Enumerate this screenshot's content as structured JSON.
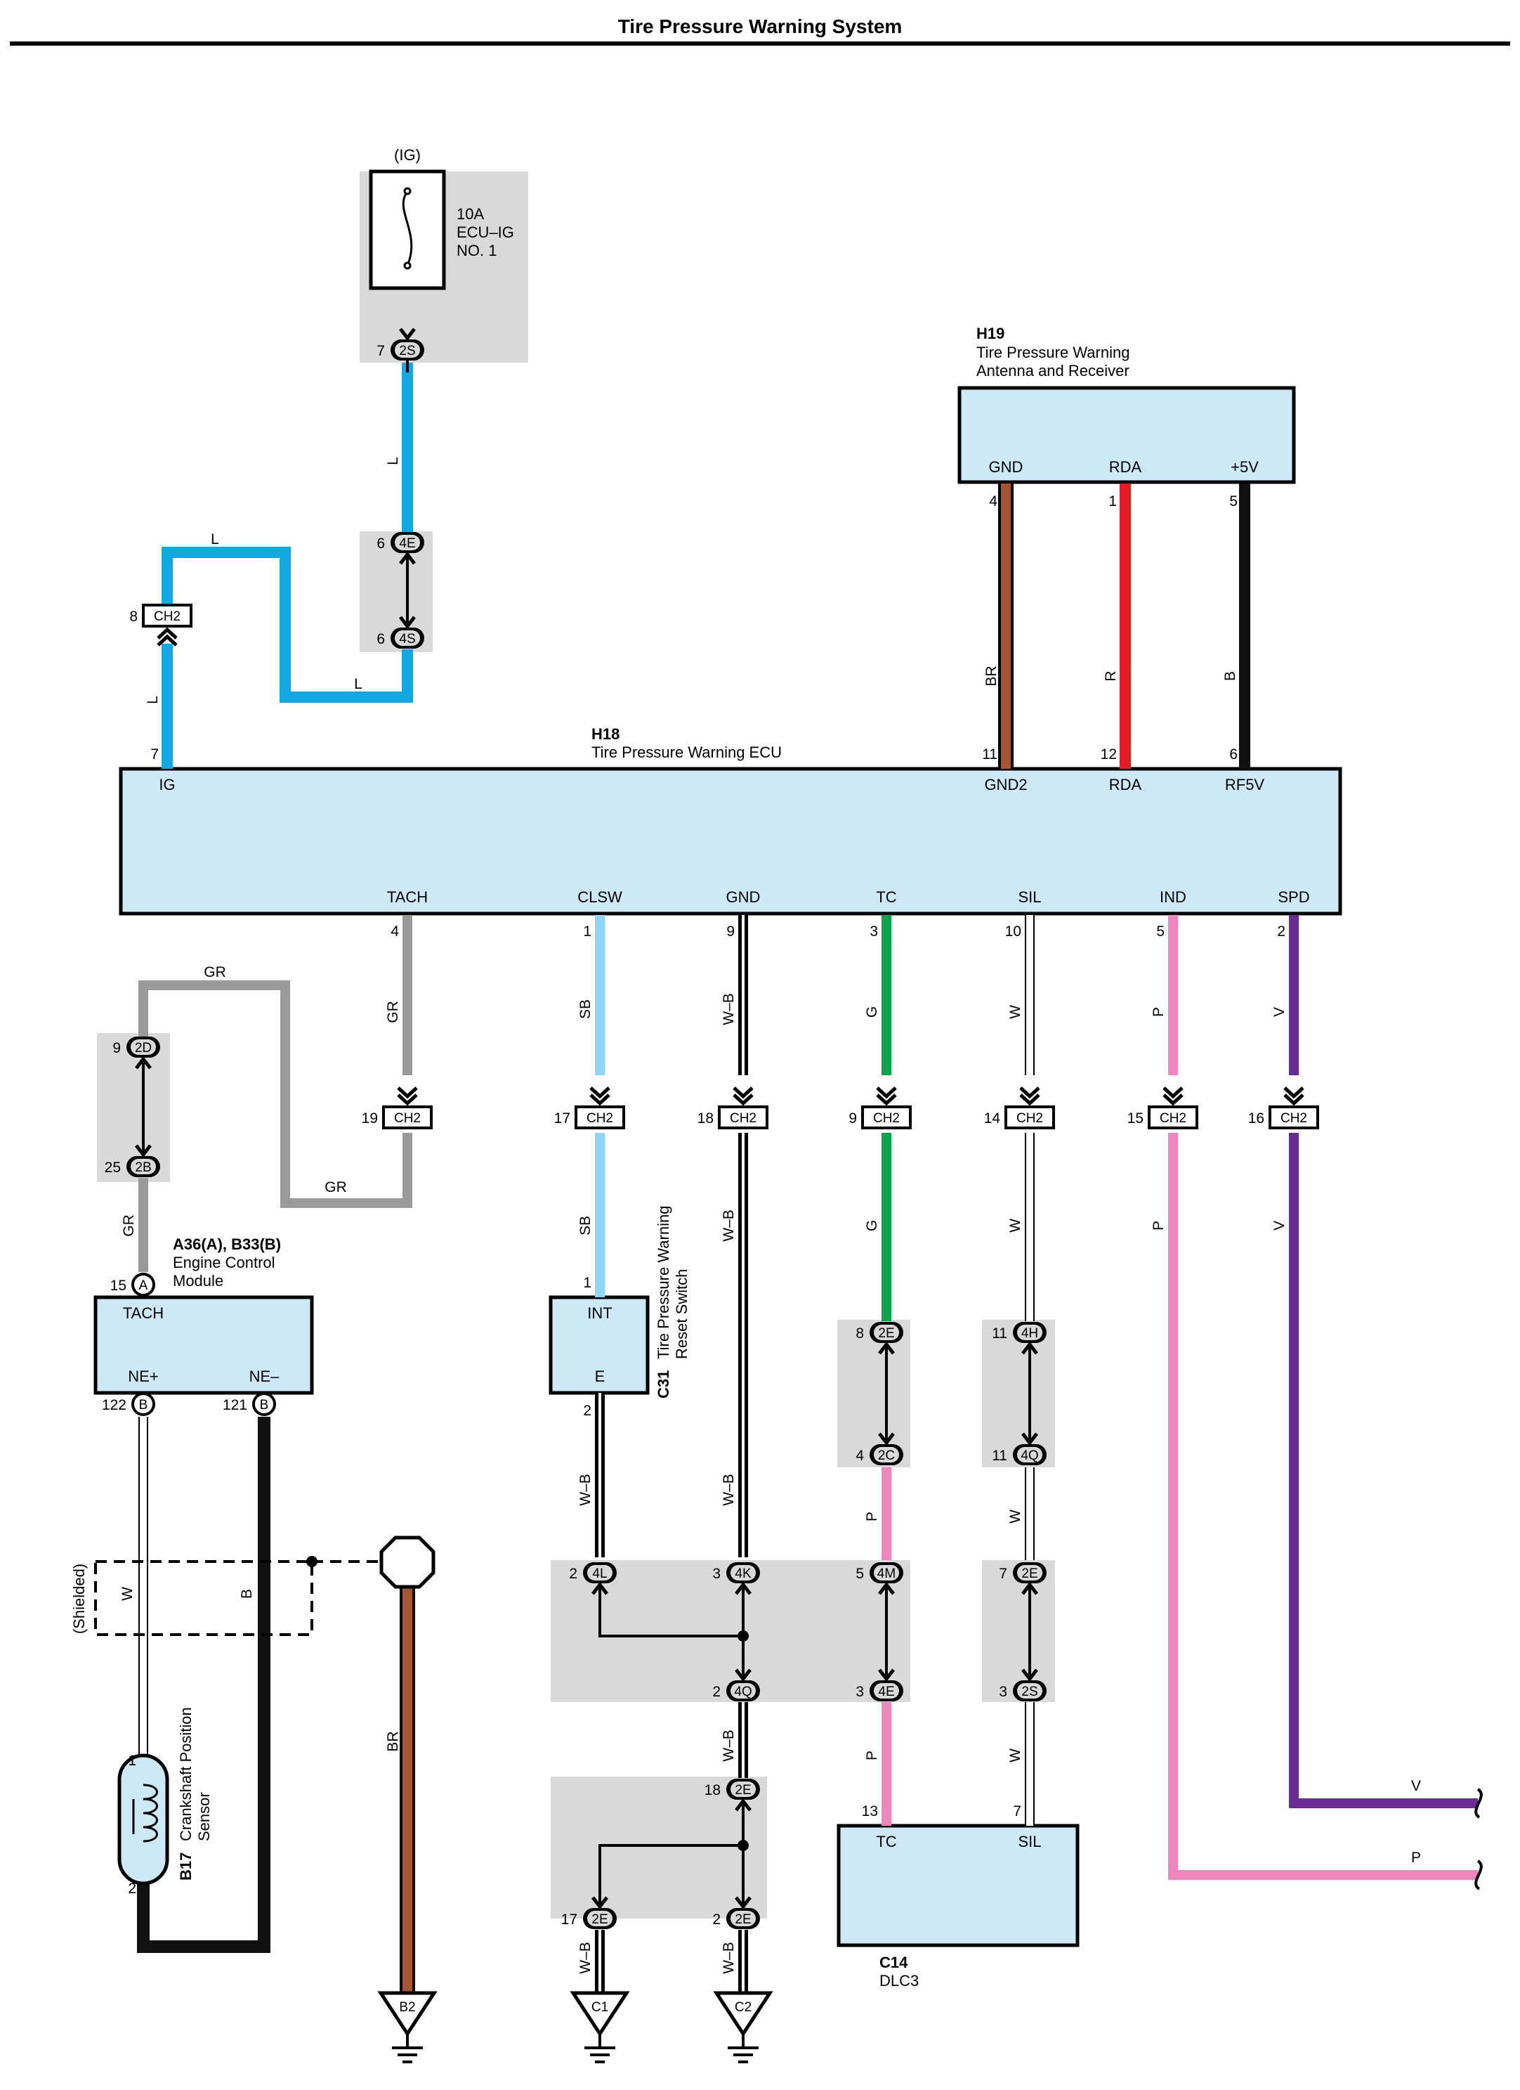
{
  "title": "Tire Pressure Warning System",
  "colors": {
    "L": "#11a8e2",
    "GR": "#9a9a9a",
    "SB": "#8fd6f6",
    "W-B": "#000000",
    "G": "#10a24a",
    "W": "#ffffff",
    "P": "#ee86bb",
    "V": "#6b2c91",
    "BR": "#a65530",
    "R": "#e31b23",
    "B": "#111111",
    "box": "#cde9f7",
    "shade": "#d9d9d9"
  },
  "fuse": {
    "source": "(IG)",
    "rating": "10A",
    "name1": "ECU–IG",
    "name2": "NO. 1"
  },
  "components": {
    "h18": {
      "code": "H18",
      "name": "Tire Pressure Warning ECU",
      "pins": [
        {
          "no": "7",
          "name": "IG"
        },
        {
          "no": "11",
          "name": "GND2"
        },
        {
          "no": "12",
          "name": "RDA"
        },
        {
          "no": "6",
          "name": "RF5V"
        },
        {
          "no": "4",
          "name": "TACH"
        },
        {
          "no": "1",
          "name": "CLSW"
        },
        {
          "no": "9",
          "name": "GND"
        },
        {
          "no": "3",
          "name": "TC"
        },
        {
          "no": "10",
          "name": "SIL"
        },
        {
          "no": "5",
          "name": "IND"
        },
        {
          "no": "2",
          "name": "SPD"
        }
      ]
    },
    "h19": {
      "code": "H19",
      "name1": "Tire Pressure Warning",
      "name2": "Antenna and Receiver",
      "pins": [
        {
          "no": "4",
          "name": "GND"
        },
        {
          "no": "1",
          "name": "RDA"
        },
        {
          "no": "5",
          "name": "+5V"
        }
      ]
    },
    "ecm": {
      "code": "A36(A), B33(B)",
      "name1": "Engine Control",
      "name2": "Module",
      "tach_pin": "15",
      "tach_conn": "A",
      "tach": "TACH",
      "nep": "NE+",
      "nem": "NE–",
      "nep_pin": "122",
      "nem_pin": "121",
      "ne_conn": "B"
    },
    "c31": {
      "code": "C31",
      "name1": "Tire Pressure Warning",
      "name2": "Reset Switch",
      "int": "INT",
      "e": "E",
      "int_pin": "1",
      "e_pin": "2"
    },
    "b17": {
      "code": "B17",
      "name1": "Crankshaft Position",
      "name2": "Sensor",
      "pin1": "1",
      "pin2": "2"
    },
    "c14": {
      "code": "C14",
      "name": "DLC3",
      "tc": "TC",
      "sil": "SIL",
      "tc_pin": "13",
      "sil_pin": "7"
    }
  },
  "shielded": "(Shielded)",
  "grounds": [
    "B2",
    "C1",
    "C2"
  ],
  "wires": {
    "L": "L",
    "GR": "GR",
    "SB": "SB",
    "WB": "W–B",
    "G": "G",
    "W": "W",
    "P": "P",
    "V": "V",
    "BR": "BR",
    "R": "R",
    "B": "B"
  },
  "connectors": {
    "2S_top": {
      "pin": "7",
      "id": "2S"
    },
    "4E_top": {
      "pin": "6",
      "id": "4E"
    },
    "4S": {
      "pin": "6",
      "id": "4S"
    },
    "CH2_ig": {
      "pin": "8",
      "id": "CH2"
    },
    "2D": {
      "pin": "9",
      "id": "2D"
    },
    "2B": {
      "pin": "25",
      "id": "2B"
    },
    "CH2_tach": {
      "pin": "19",
      "id": "CH2"
    },
    "CH2_clsw": {
      "pin": "17",
      "id": "CH2"
    },
    "CH2_gnd": {
      "pin": "18",
      "id": "CH2"
    },
    "CH2_tc": {
      "pin": "9",
      "id": "CH2"
    },
    "CH2_sil": {
      "pin": "14",
      "id": "CH2"
    },
    "CH2_ind": {
      "pin": "15",
      "id": "CH2"
    },
    "CH2_spd": {
      "pin": "16",
      "id": "CH2"
    },
    "2E_tc": {
      "pin": "8",
      "id": "2E"
    },
    "2C": {
      "pin": "4",
      "id": "2C"
    },
    "4H": {
      "pin": "11",
      "id": "4H"
    },
    "4Q_sil": {
      "pin": "11",
      "id": "4Q"
    },
    "4L": {
      "pin": "2",
      "id": "4L"
    },
    "4K": {
      "pin": "3",
      "id": "4K"
    },
    "4M": {
      "pin": "5",
      "id": "4M"
    },
    "2E_sil": {
      "pin": "7",
      "id": "2E"
    },
    "4Q": {
      "pin": "2",
      "id": "4Q"
    },
    "4E_low": {
      "pin": "3",
      "id": "4E"
    },
    "2S_low": {
      "pin": "3",
      "id": "2S"
    },
    "2E_18": {
      "pin": "18",
      "id": "2E"
    },
    "2E_17": {
      "pin": "17",
      "id": "2E"
    },
    "2E_2": {
      "pin": "2",
      "id": "2E"
    }
  }
}
